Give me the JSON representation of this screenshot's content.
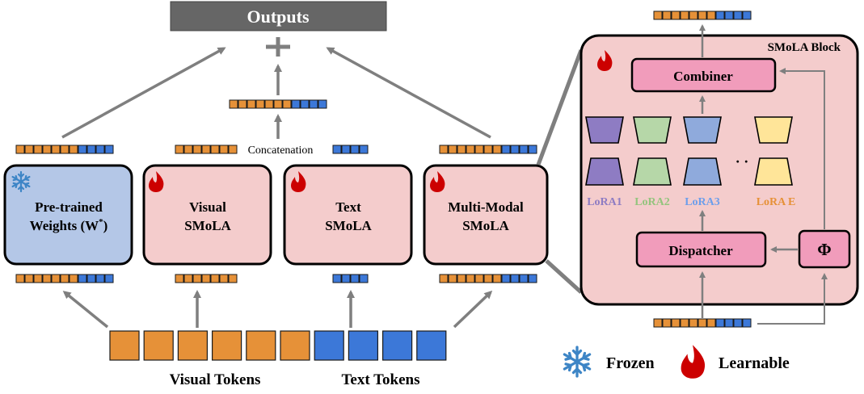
{
  "outputs": {
    "label": "Outputs"
  },
  "concatenation": {
    "label": "Concatenation"
  },
  "modules": {
    "pretrained": {
      "line1": "Pre-trained",
      "line2_base": "Weights (W",
      "line2_sup": "*",
      "line2_end": ")"
    },
    "visual": {
      "line1": "Visual",
      "line2": "SMoLA"
    },
    "text": {
      "line1": "Text",
      "line2": "SMoLA"
    },
    "multimodal": {
      "line1": "Multi-Modal",
      "line2": "SMoLA"
    }
  },
  "block": {
    "title": "SMoLA Block",
    "combiner": "Combiner",
    "dispatcher": "Dispatcher",
    "phi": "Φ",
    "ellipsis": "· ·",
    "loras": [
      {
        "label": "LoRA1",
        "color": "#8e7cc3"
      },
      {
        "label": "LoRA2",
        "color": "#93c47d"
      },
      {
        "label": "LoRA3",
        "color": "#6d9eeb"
      },
      {
        "label": "LoRA E",
        "color": "#e69138"
      }
    ]
  },
  "tokens": {
    "visual_label": "Visual Tokens",
    "text_label": "Text Tokens"
  },
  "legend": {
    "frozen": "Frozen",
    "learnable": "Learnable"
  },
  "colors": {
    "visual_token": "#e69138",
    "text_token": "#3c78d8",
    "smola_fill": "#f4cccc",
    "frozen_fill": "#b4c7e7",
    "pink_box": "#f19cbb",
    "gray_box": "#666666",
    "arrow": "#7f7f7f",
    "flame": "#cc0000",
    "snowflake": "#3d85c6"
  }
}
